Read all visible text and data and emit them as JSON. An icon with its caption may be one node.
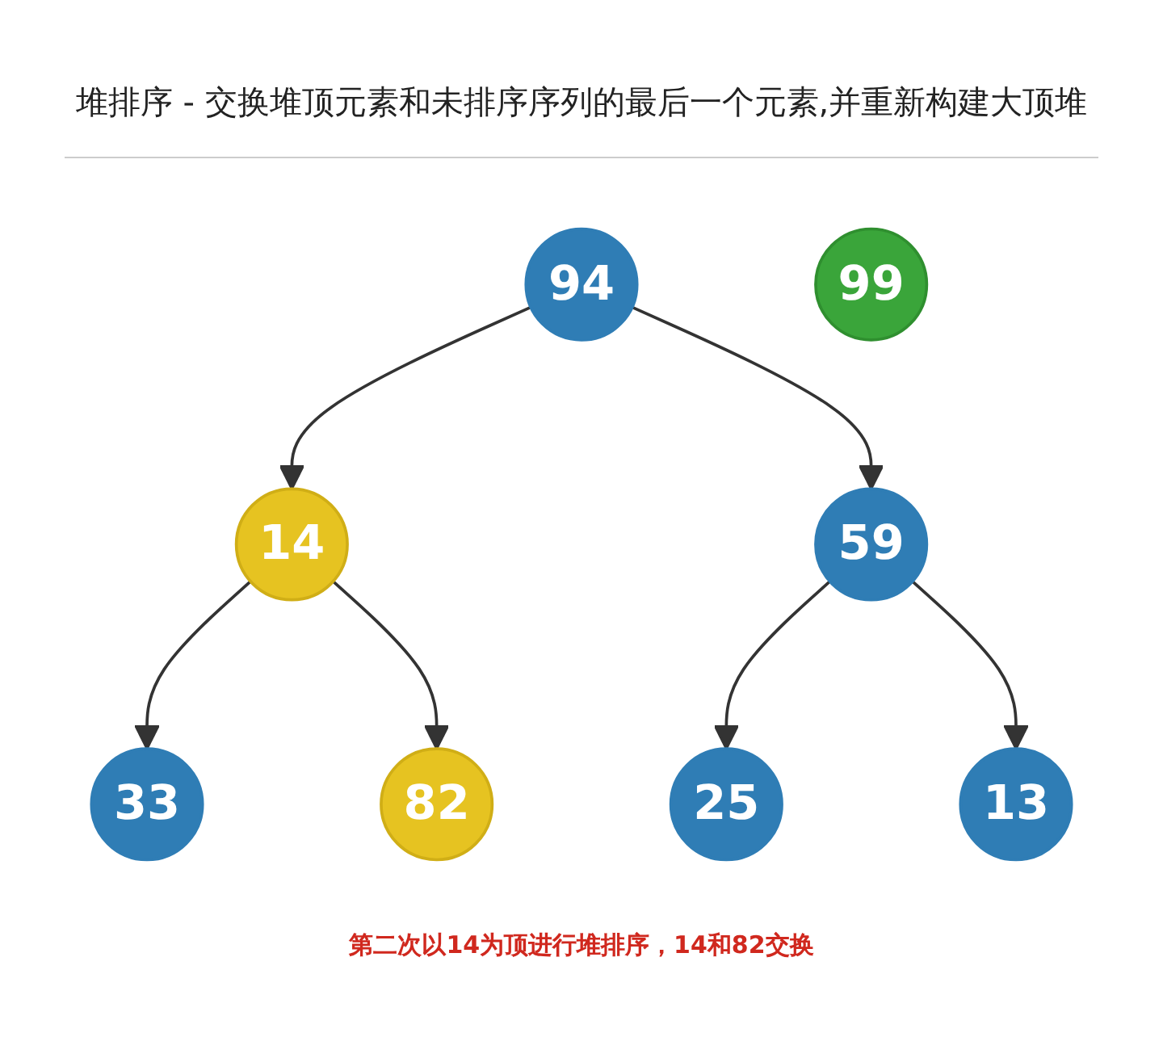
{
  "diagram": {
    "title": "堆排序 - 交换堆顶元素和未排序序列的最后一个元素,并重新构建大顶堆",
    "caption": "第二次以14为顶进行堆排序，14和82交换",
    "nodes": [
      {
        "text": [
          "94"
        ]
      },
      {
        "text": [
          "14"
        ]
      },
      {
        "text": [
          "59"
        ]
      },
      {
        "text": [
          "33"
        ]
      },
      {
        "text": [
          "82"
        ]
      },
      {
        "text": [
          "25"
        ]
      },
      {
        "text": [
          "13"
        ]
      },
      {
        "text": [
          "99"
        ]
      }
    ],
    "edges": [
      {
        "from": 0,
        "to": 1,
        "arrow": "to"
      },
      {
        "from": 0,
        "to": 2,
        "arrow": "to"
      },
      {
        "from": 1,
        "to": 3,
        "arrow": "to"
      },
      {
        "from": 1,
        "to": 4,
        "arrow": "to"
      },
      {
        "from": 2,
        "to": 5,
        "arrow": "to"
      },
      {
        "from": 2,
        "to": 6,
        "arrow": "to"
      }
    ]
  }
}
